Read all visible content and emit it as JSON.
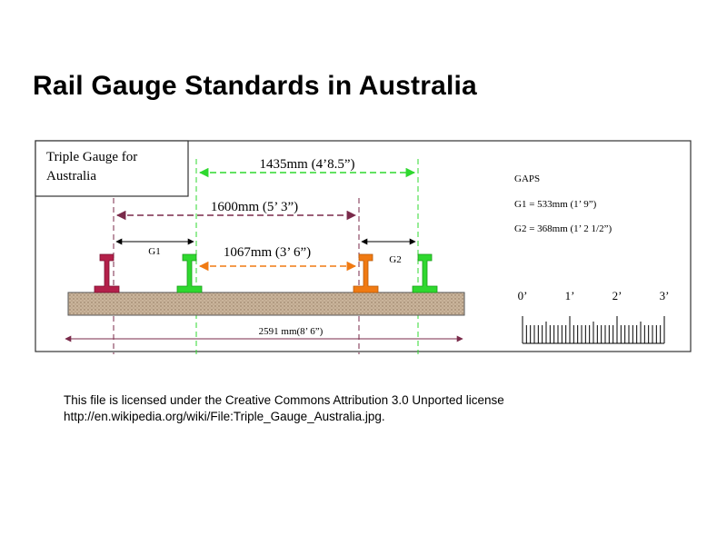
{
  "page": {
    "title": "Rail Gauge Standards in Australia"
  },
  "diagram": {
    "label_box": {
      "line1": "Triple Gauge for",
      "line2": "Australia"
    },
    "dimensions": {
      "standard": "1435mm (4’8.5”)",
      "broad": "1600mm (5’ 3”)",
      "narrow": "1067mm (3’ 6”)",
      "sleeper": "2591 mm(8’ 6”)",
      "g1_label": "G1",
      "g2_label": "G2"
    },
    "gaps": {
      "heading": "GAPS",
      "g1": "G1 = 533mm (1’ 9”)",
      "g2": "G2 = 368mm (1’ 2 1/2”)"
    },
    "scale": {
      "labels": [
        "0’",
        "1’",
        "2’",
        "3’"
      ]
    },
    "colors": {
      "broad_rail": "#b3204a",
      "standard_rail": "#2fd82f",
      "narrow_rail": "#f07a12",
      "dim_line": "#7a2a4a",
      "sleeper": "#c8b39a"
    }
  },
  "caption": {
    "line1": "This file is licensed under the Creative Commons Attribution 3.0 Unported license",
    "line2": "http://en.wikipedia.org/wiki/File:Triple_Gauge_Australia.jpg."
  }
}
